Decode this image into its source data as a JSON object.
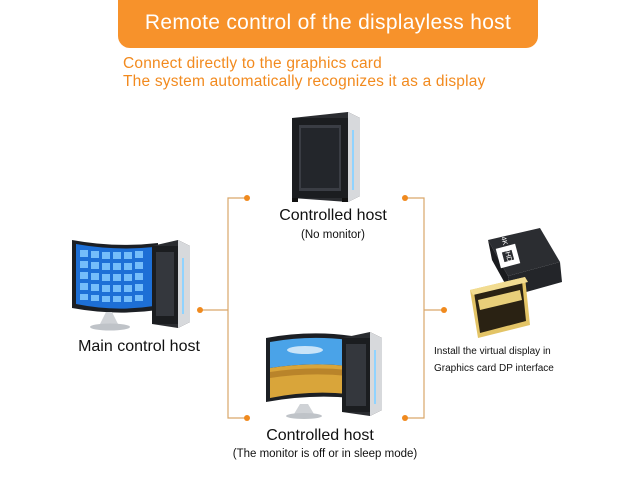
{
  "banner": {
    "title": "Remote control of the displayless host"
  },
  "subtitle": {
    "line1": "Connect directly to the graphics card",
    "line2": "The system automatically recognizes it as a display"
  },
  "nodes": {
    "top": {
      "label": "Controlled host",
      "note": "(No monitor)"
    },
    "main": {
      "label": "Main control host"
    },
    "bottom": {
      "label": "Controlled host",
      "note": "(The monitor is off or in sleep mode)"
    },
    "adapter": {
      "note_line1": "Install the virtual display in",
      "note_line2": "Graphics card DP interface"
    }
  },
  "adapter_badge": {
    "text": "4K UHD"
  },
  "colors": {
    "accent": "#f7922b",
    "line": "#d9a76a",
    "dot": "#f08a1e"
  }
}
